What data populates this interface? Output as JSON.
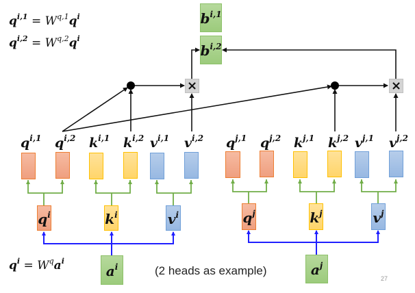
{
  "formulas": {
    "top1": {
      "lhs": "q",
      "lhs_sup": "i,1",
      "eq": "=",
      "w": "W",
      "w_sup": "q,1",
      "rhs": "q",
      "rhs_sup": "i"
    },
    "top2": {
      "lhs": "q",
      "lhs_sup": "i,2",
      "eq": "=",
      "w": "W",
      "w_sup": "q,2",
      "rhs": "q",
      "rhs_sup": "i"
    },
    "bottom": {
      "lhs": "q",
      "lhs_sup": "i",
      "eq": "=",
      "w": "W",
      "w_sup": "q",
      "rhs": "a",
      "rhs_sup": "i"
    }
  },
  "outputs": [
    {
      "base": "b",
      "sup": "i,1"
    },
    {
      "base": "b",
      "sup": "i,2"
    }
  ],
  "head_labels": {
    "i": [
      {
        "base": "q",
        "sup": "i,1"
      },
      {
        "base": "q",
        "sup": "i,2"
      },
      {
        "base": "k",
        "sup": "i,1"
      },
      {
        "base": "k",
        "sup": "i,2"
      },
      {
        "base": "v",
        "sup": "i,1"
      },
      {
        "base": "v",
        "sup": "i,2"
      }
    ],
    "j": [
      {
        "base": "q",
        "sup": "j,1"
      },
      {
        "base": "q",
        "sup": "j,2"
      },
      {
        "base": "k",
        "sup": "j,1"
      },
      {
        "base": "k",
        "sup": "j,2"
      },
      {
        "base": "v",
        "sup": "j,1"
      },
      {
        "base": "v",
        "sup": "j,2"
      }
    ]
  },
  "qkv": {
    "i": [
      {
        "base": "q",
        "sup": "i"
      },
      {
        "base": "k",
        "sup": "i"
      },
      {
        "base": "v",
        "sup": "i"
      }
    ],
    "j": [
      {
        "base": "q",
        "sup": "j"
      },
      {
        "base": "k",
        "sup": "j"
      },
      {
        "base": "v",
        "sup": "j"
      }
    ]
  },
  "inputs": {
    "i": {
      "base": "a",
      "sup": "i"
    },
    "j": {
      "base": "a",
      "sup": "j"
    }
  },
  "operators": {
    "dot": "dot-product",
    "multiply": "×"
  },
  "note": "(2 heads as example)",
  "page_number": "27",
  "colors": {
    "query": "#ed7d31",
    "key": "#ffc000",
    "value": "#5b9bd5",
    "io": "#70ad47",
    "split_arrow": "#70ad47",
    "input_arrow": "#1f1fff",
    "attention_arrow": "#111111"
  }
}
